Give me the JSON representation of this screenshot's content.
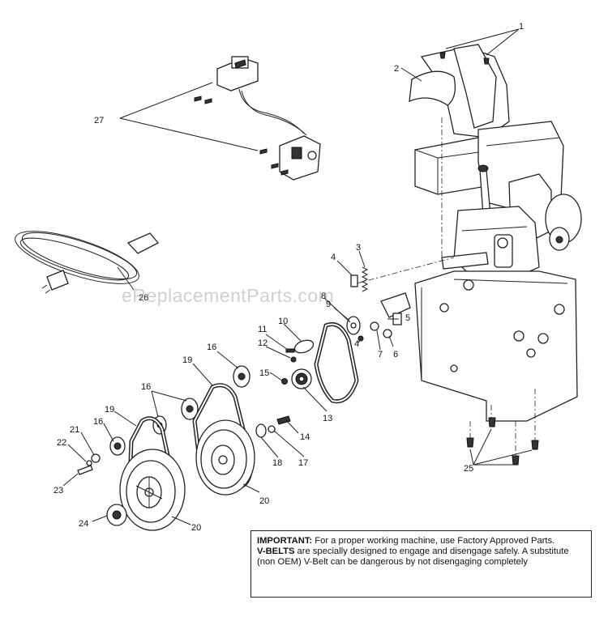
{
  "diagram": {
    "callouts": [
      {
        "id": "c1",
        "text": "1"
      },
      {
        "id": "c2",
        "text": "2"
      },
      {
        "id": "c3",
        "text": "3"
      },
      {
        "id": "c4a",
        "text": "4"
      },
      {
        "id": "c4b",
        "text": "4"
      },
      {
        "id": "c5",
        "text": "5"
      },
      {
        "id": "c6",
        "text": "6"
      },
      {
        "id": "c7",
        "text": "7"
      },
      {
        "id": "c8",
        "text": "8"
      },
      {
        "id": "c9",
        "text": "9"
      },
      {
        "id": "c10",
        "text": "10"
      },
      {
        "id": "c11",
        "text": "11"
      },
      {
        "id": "c12",
        "text": "12"
      },
      {
        "id": "c13",
        "text": "13"
      },
      {
        "id": "c14",
        "text": "14"
      },
      {
        "id": "c15",
        "text": "15"
      },
      {
        "id": "c16a",
        "text": "16"
      },
      {
        "id": "c16b",
        "text": "16"
      },
      {
        "id": "c16c",
        "text": "16"
      },
      {
        "id": "c17",
        "text": "17"
      },
      {
        "id": "c18",
        "text": "18"
      },
      {
        "id": "c19a",
        "text": "19"
      },
      {
        "id": "c19b",
        "text": "19"
      },
      {
        "id": "c20a",
        "text": "20"
      },
      {
        "id": "c20b",
        "text": "20"
      },
      {
        "id": "c21",
        "text": "21"
      },
      {
        "id": "c22",
        "text": "22"
      },
      {
        "id": "c23",
        "text": "23"
      },
      {
        "id": "c24",
        "text": "24"
      },
      {
        "id": "c25",
        "text": "25"
      },
      {
        "id": "c26",
        "text": "26"
      },
      {
        "id": "c27",
        "text": "27"
      }
    ]
  },
  "watermark": "eReplacementParts.com",
  "notice": {
    "important_label": "IMPORTANT:",
    "important_text": " For a proper working machine, use Factory Approved Parts.",
    "vbelts_label": "V-BELTS",
    "vbelts_text": " are specially designed to engage and disengage safely.  A substitute (non OEM) V-Belt can be dangerous by not disengaging completely"
  }
}
